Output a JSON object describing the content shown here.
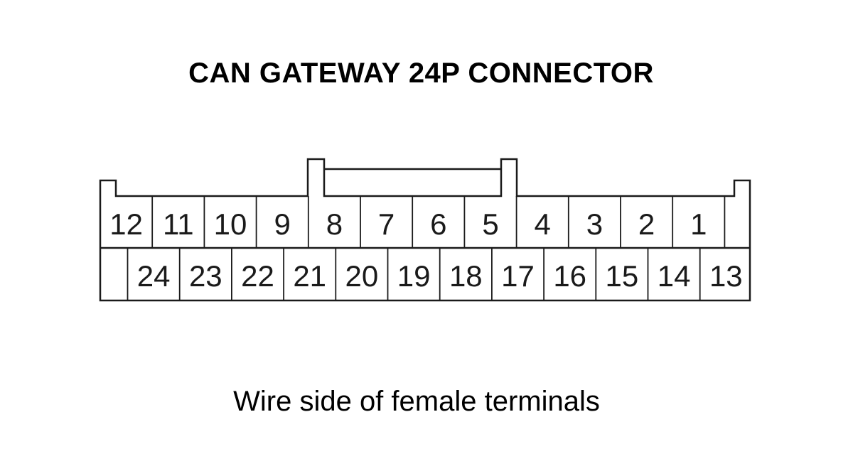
{
  "title": "CAN GATEWAY 24P CONNECTOR",
  "caption": "Wire side of female terminals",
  "connector": {
    "top_row": [
      "12",
      "11",
      "10",
      "9",
      "8",
      "7",
      "6",
      "5",
      "4",
      "3",
      "2",
      "1"
    ],
    "bottom_row": [
      "24",
      "23",
      "22",
      "21",
      "20",
      "19",
      "18",
      "17",
      "16",
      "15",
      "14",
      "13"
    ]
  },
  "colors": {
    "outline": "#1a1a1a",
    "background": "#ffffff"
  }
}
